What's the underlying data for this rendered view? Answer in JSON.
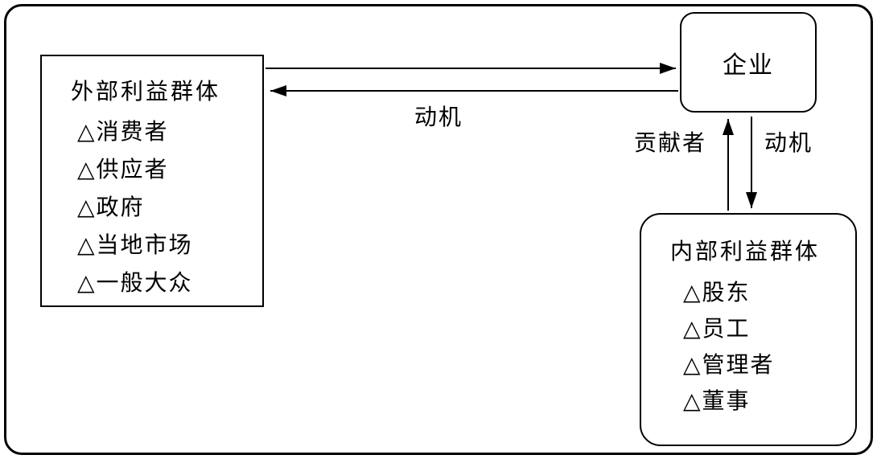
{
  "enterprise": {
    "label": "企业"
  },
  "external": {
    "title": "外部利益群体",
    "items": [
      "△消费者",
      "△供应者",
      "△政府",
      "△当地市场",
      "△一般大众"
    ]
  },
  "internal": {
    "title": "内部利益群体",
    "items": [
      "△股东",
      "△员工",
      "△管理者",
      "△董事"
    ]
  },
  "arrows": {
    "horizontal_label": "动机",
    "vertical_left_label": "贡献者",
    "vertical_right_label": "动机"
  },
  "colors": {
    "line": "#000000",
    "background": "#ffffff"
  }
}
